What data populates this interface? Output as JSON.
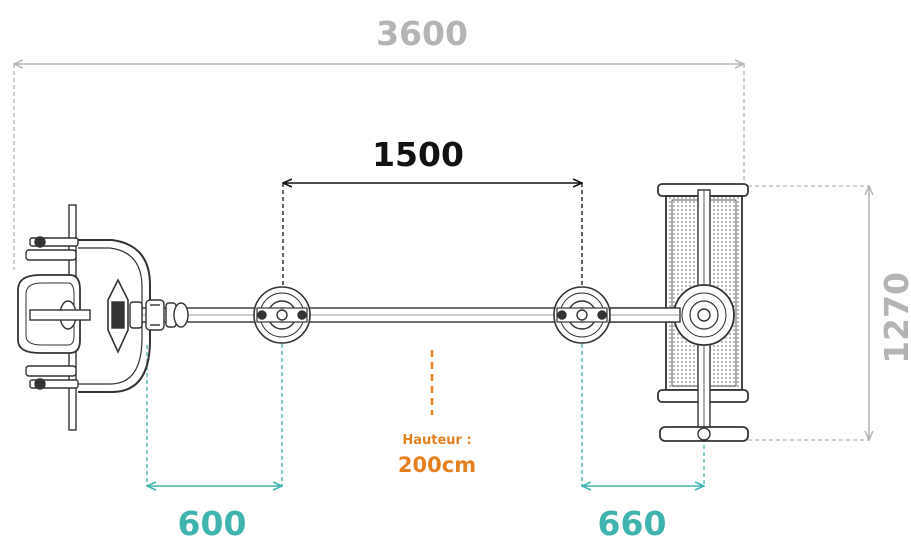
{
  "dimensions": {
    "total_length": "3600",
    "center_span": "1500",
    "height_side": "1270",
    "left_offset": "600",
    "right_offset": "660"
  },
  "height_note": {
    "label": "Hauteur :",
    "value": "200cm"
  },
  "colors": {
    "grey_dim": "#b4b4b4",
    "black_dim": "#111111",
    "teal_dim": "#3fb3ad",
    "orange_note": "#e6801f",
    "equipment_line": "#333333"
  }
}
